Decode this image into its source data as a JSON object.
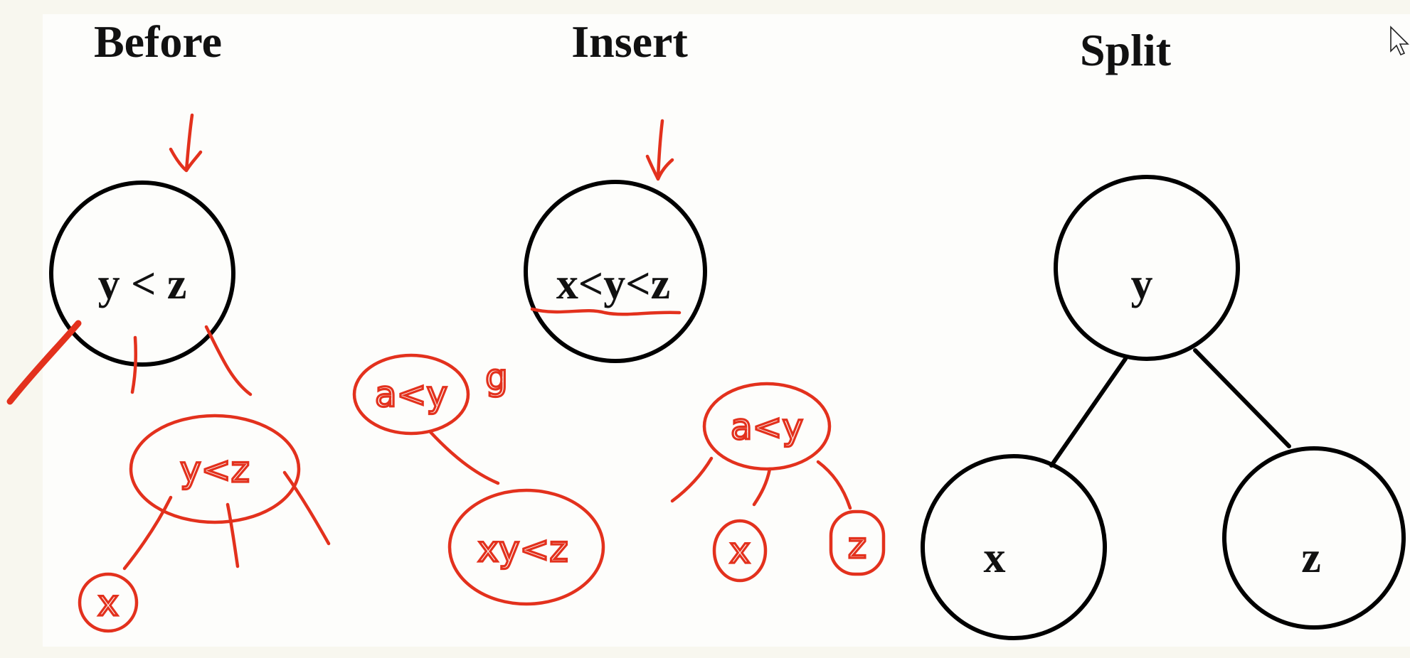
{
  "titles": {
    "before": "Before",
    "insert": "Insert",
    "split": "Split"
  },
  "before_tree": {
    "root_label": "y < z"
  },
  "insert_tree": {
    "root_label": "x<y<z"
  },
  "split_tree": {
    "root_label": "y",
    "left_label": "x",
    "right_label": "z"
  },
  "annotations": {
    "before_node": "y<z",
    "before_child": "x",
    "insert_node_top": "a<y",
    "insert_node_top_extra": "g",
    "insert_node_bottom": "xy<z",
    "split_node_top": "a<y",
    "split_left": "x",
    "split_right": "z"
  },
  "colors": {
    "ink": "#e3311d",
    "stroke": "#000000",
    "background": "#fdfdfb"
  },
  "icons": {
    "cursor": "mouse-pointer-icon"
  }
}
